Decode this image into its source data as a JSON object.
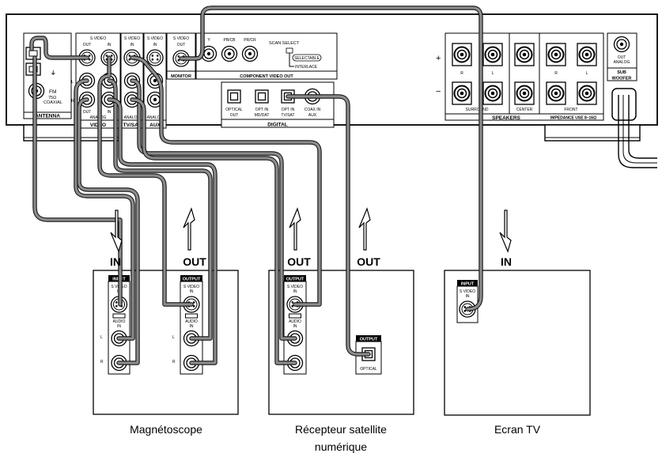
{
  "receiver": {
    "antenna": {
      "label": "ANTENNA",
      "fm": "FM",
      "ohm": "75Ω",
      "coaxial": "COAXIAL"
    },
    "video": {
      "label": "VIDEO",
      "svideo": "S VIDEO",
      "out": "OUT",
      "in": "IN",
      "l": "L",
      "r": "R",
      "out2": "OUT",
      "in2": "IN",
      "analog": "ANALOG"
    },
    "tvsat": {
      "label": "TV/SAT",
      "svideo": "S VIDEO",
      "in": "IN",
      "analog": "ANALOG"
    },
    "aux": {
      "label": "AUX",
      "svideo": "S VIDEO",
      "in": "IN",
      "analog": "ANALOG"
    },
    "monitor": {
      "label": "MONITOR",
      "svideo": "S VIDEO",
      "out": "OUT"
    },
    "component": {
      "label": "COMPONENT VIDEO OUT",
      "y": "Y",
      "pb": "PB/CB",
      "pr": "PR/CR",
      "scan_select": "SCAN SELECT",
      "selectable": "SELECTABLE",
      "interlace": "INTERLACE"
    },
    "digital": {
      "label": "DIGITAL",
      "optical": "OPTICAL",
      "out": "OUT",
      "opt_in_1": "OPT IN",
      "md_dat": "MD/DAT",
      "opt_in_2": "OPT IN",
      "tv_sat": "TV/SAT",
      "coax_in": "COAX IN",
      "aux": "AUX"
    },
    "speakers": {
      "label": "SPEAKERS",
      "plus": "+",
      "minus": "−",
      "r": "R",
      "l": "L",
      "surround": "SURROUND",
      "center": "CENTER",
      "r2": "R",
      "l2": "L",
      "front": "FRONT",
      "impedance": "IMPEDANCE USE 8–16Ω"
    },
    "sub": {
      "out": "OUT",
      "analog": "ANALOG",
      "label1": "SUB",
      "label2": "WOOFER"
    }
  },
  "arrows": [
    {
      "label": "IN",
      "direction": "down"
    },
    {
      "label": "OUT",
      "direction": "up"
    },
    {
      "label": "OUT",
      "direction": "up"
    },
    {
      "label": "OUT",
      "direction": "up"
    },
    {
      "label": "IN",
      "direction": "down"
    }
  ],
  "devices": {
    "vcr": {
      "caption": "Magnétoscope",
      "input": {
        "header": "INPUT",
        "svideo1": "S VIDEO",
        "svideo2": "IN",
        "audio1": "AUDIO",
        "audio2": "IN",
        "l": "L",
        "r": "R"
      },
      "output": {
        "header": "OUTPUT",
        "svideo1": "S VIDEO",
        "svideo2": "IN",
        "audio1": "AUDIO",
        "audio2": "IN",
        "l": "L",
        "r": "R"
      }
    },
    "sat": {
      "caption_line1": "Récepteur satellite",
      "caption_line2": "numérique",
      "output": {
        "header": "OUTPUT",
        "svideo1": "S VIDEO",
        "svideo2": "IN",
        "audio1": "AUDIO",
        "audio2": "IN",
        "l": "L",
        "r": "R"
      },
      "optical": {
        "header": "OUTPUT",
        "label": "OPTICAL"
      }
    },
    "tv": {
      "caption": "Ecran TV",
      "input": {
        "header": "INPUT",
        "svideo1": "S VIDEO",
        "svideo2": "IN"
      }
    }
  }
}
